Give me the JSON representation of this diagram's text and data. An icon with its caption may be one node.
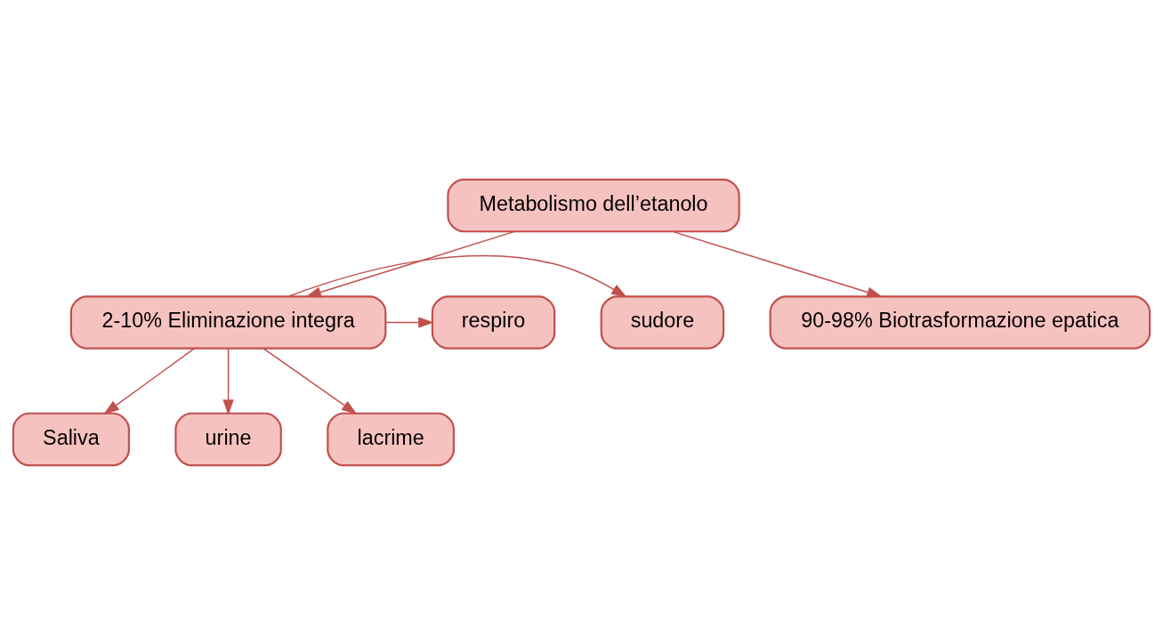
{
  "diagram": {
    "nodes": [
      {
        "text": [
          "Metabolismo dell’etanolo"
        ]
      },
      {
        "text": [
          "2-10% Eliminazione integra"
        ]
      },
      {
        "text": [
          "90-98% Biotrasformazione epatica"
        ]
      },
      {
        "text": [
          "sudore"
        ]
      },
      {
        "text": [
          "respiro"
        ]
      },
      {
        "text": [
          "Saliva"
        ]
      },
      {
        "text": [
          "urine"
        ]
      },
      {
        "text": [
          "lacrime"
        ]
      }
    ],
    "edges": [
      {
        "from": 0,
        "to": 1,
        "arrow": "to"
      },
      {
        "from": 0,
        "to": 2,
        "arrow": "to"
      },
      {
        "from": 1,
        "to": 3,
        "arrow": "to"
      },
      {
        "from": 1,
        "to": 4,
        "arrow": "to"
      },
      {
        "from": 1,
        "to": 5,
        "arrow": "to"
      },
      {
        "from": 1,
        "to": 6,
        "arrow": "to"
      },
      {
        "from": 1,
        "to": 7,
        "arrow": "to"
      }
    ]
  }
}
